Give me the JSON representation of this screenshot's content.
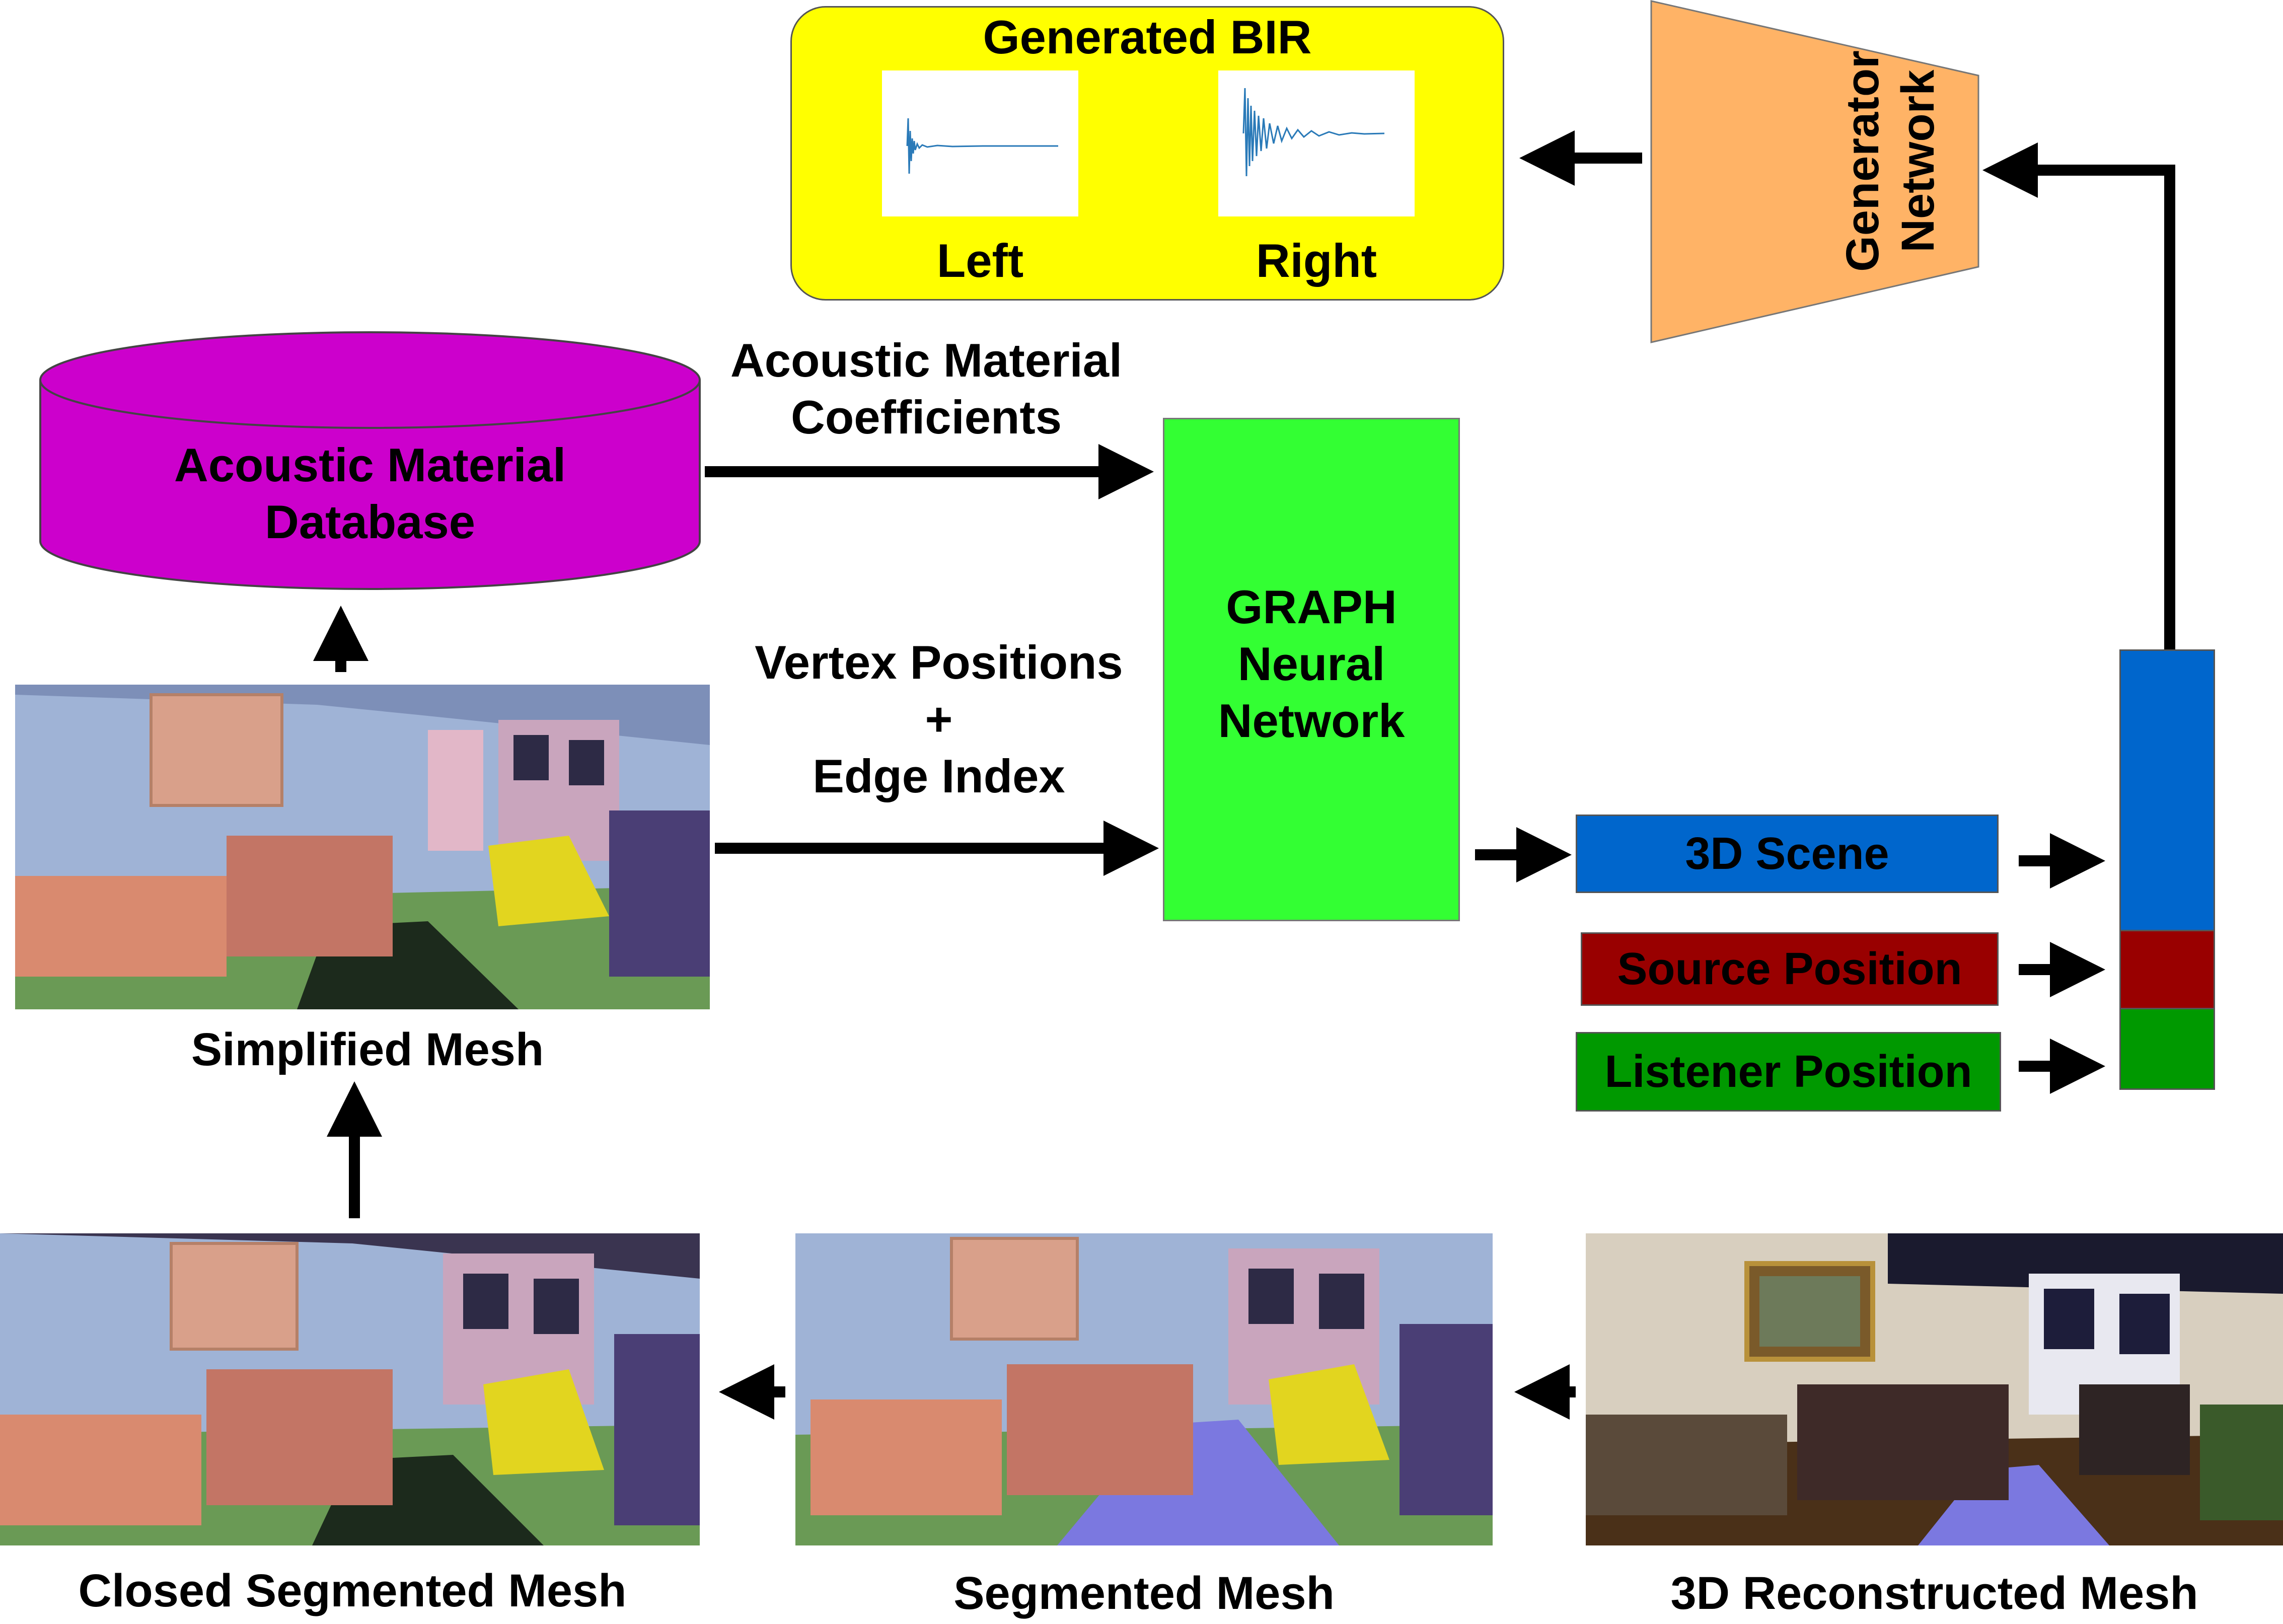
{
  "bir": {
    "title": "Generated BIR",
    "left_label": "Left",
    "right_label": "Right"
  },
  "generator": {
    "label_line1": "Generator",
    "label_line2": "Network"
  },
  "database": {
    "line1": "Acoustic Material",
    "line2": "Database"
  },
  "coefficients": {
    "line1": "Acoustic Material",
    "line2": "Coefficients"
  },
  "gnn": {
    "line1": "GRAPH",
    "line2": "Neural",
    "line3": "Network"
  },
  "vertex": {
    "line1": "Vertex Positions",
    "line2": "+",
    "line3": "Edge Index"
  },
  "inputs": {
    "scene": "3D Scene",
    "source": "Source Position",
    "listener": "Listener Position"
  },
  "meshes": {
    "simplified": "Simplified Mesh",
    "closed_segmented": "Closed Segmented Mesh",
    "segmented": "Segmented Mesh",
    "reconstructed": "3D Reconstructed Mesh"
  },
  "colors": {
    "bir_box": "#ffff00",
    "generator": "#ffb366",
    "database": "#cc00cc",
    "gnn": "#33ff33",
    "scene": "#0066cc",
    "source": "#990000",
    "listener": "#009900"
  }
}
